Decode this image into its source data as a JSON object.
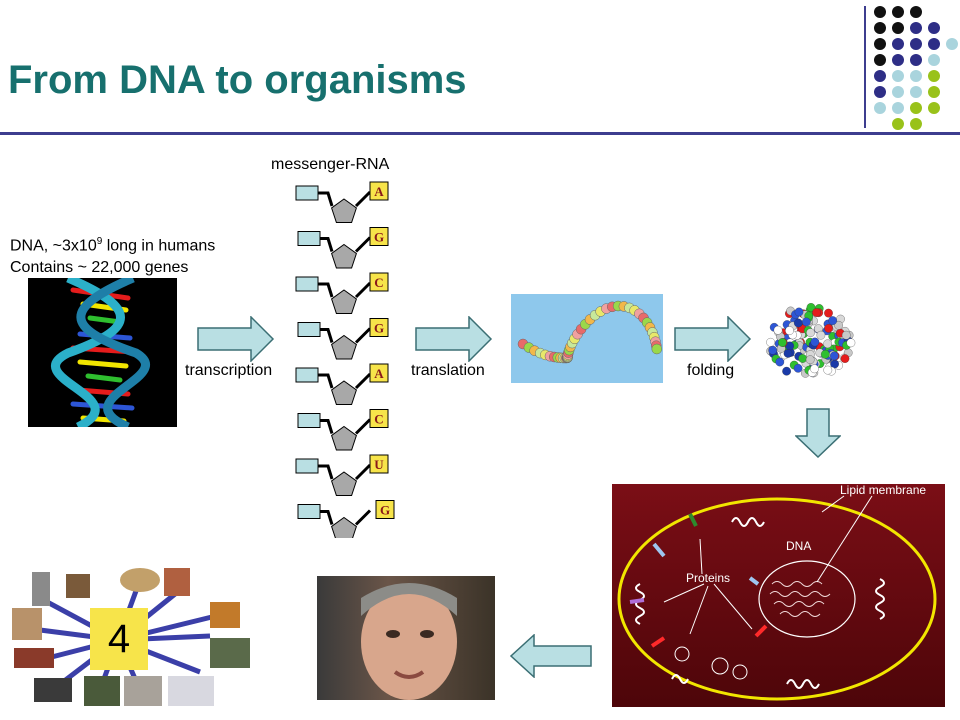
{
  "title": "From DNA to organisms",
  "labels": {
    "messenger_rna": "messenger-RNA",
    "dna_line1_a": "DNA, ~3x10",
    "dna_line1_sup": "9",
    "dna_line1_b": " long in humans",
    "dna_line2": "Contains ~ 22,000 genes",
    "transcription": "transcription",
    "translation": "translation",
    "folding": "folding"
  },
  "mrna_bases": [
    "A",
    "G",
    "C",
    "G",
    "A",
    "C",
    "U",
    "G"
  ],
  "cell": {
    "lipid_membrane": "Lipid membrane",
    "dna": "DNA",
    "proteins": "Proteins"
  },
  "organisms_count": "4",
  "colors": {
    "title": "#17706e",
    "rule": "#3d3d8f",
    "arrow_fill": "#b9dfe3",
    "arrow_stroke": "#3b6f74",
    "cell_bg": "#6b0a12",
    "membrane": "#f2e600",
    "count_box": "#f7e44a",
    "spoke": "#3b3fa8",
    "dot_black": "#111111",
    "dot_navy": "#2e2e86",
    "dot_lightblue": "#a9d4dd",
    "dot_green": "#99c21a"
  }
}
